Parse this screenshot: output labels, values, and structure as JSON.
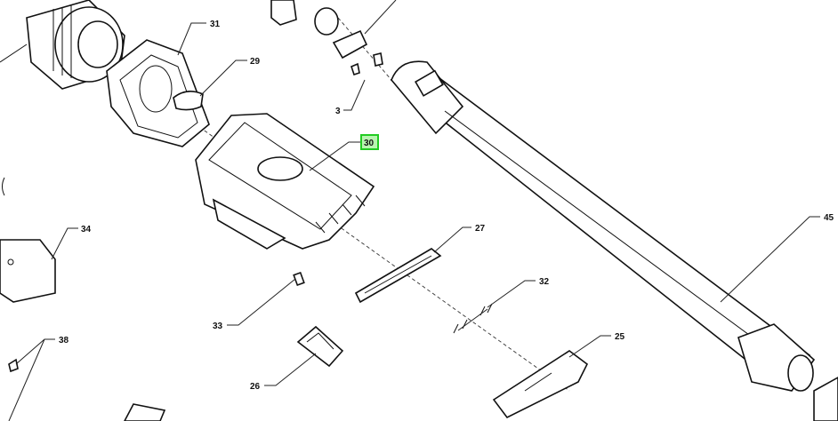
{
  "diagram": {
    "highlight_color": "#22cc22",
    "highlight_fill": "#b8f5b0",
    "callouts": [
      {
        "id": "31",
        "label": "31"
      },
      {
        "id": "29",
        "label": "29"
      },
      {
        "id": "3",
        "label": "3"
      },
      {
        "id": "30",
        "label": "30",
        "highlighted": true
      },
      {
        "id": "34",
        "label": "34"
      },
      {
        "id": "27",
        "label": "27"
      },
      {
        "id": "45",
        "label": "45"
      },
      {
        "id": "32",
        "label": "32"
      },
      {
        "id": "33",
        "label": "33"
      },
      {
        "id": "38",
        "label": "38"
      },
      {
        "id": "25",
        "label": "25"
      },
      {
        "id": "26",
        "label": "26"
      }
    ]
  }
}
